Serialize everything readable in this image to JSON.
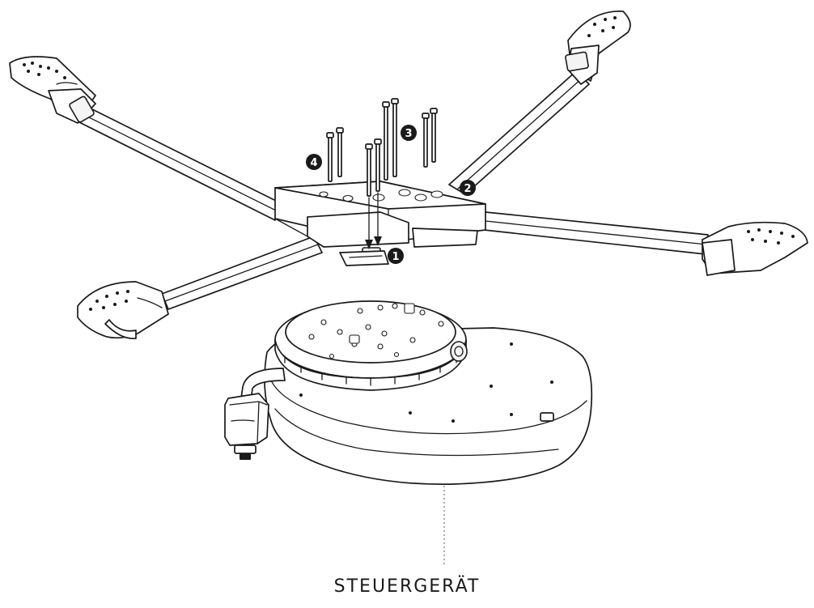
{
  "caption": "STEUERGERÄT",
  "callouts": [
    {
      "id": "1",
      "label": "1"
    },
    {
      "id": "2",
      "label": "2"
    },
    {
      "id": "3",
      "label": "3"
    },
    {
      "id": "4",
      "label": "4"
    }
  ],
  "colors": {
    "ink": "#1a1a1a",
    "paper": "#ffffff",
    "leader": "#888888"
  }
}
